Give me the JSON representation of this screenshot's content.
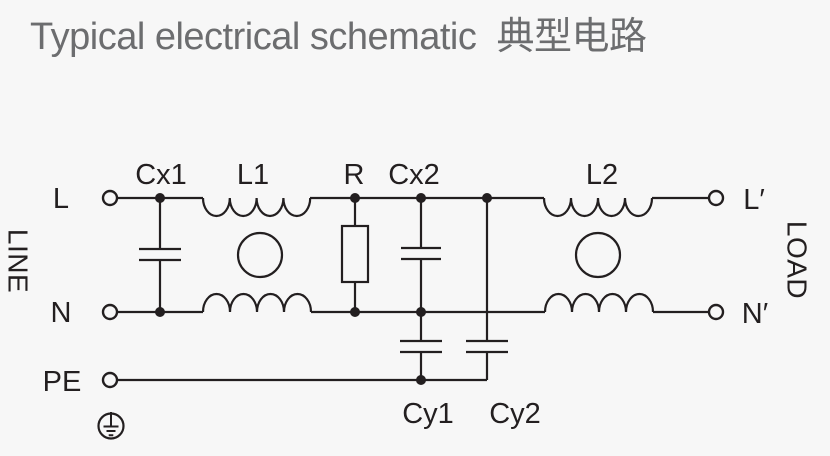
{
  "title": "Typical electrical schematic  典型电路",
  "schematic": {
    "side_labels": {
      "line": "LINE",
      "load": "LOAD"
    },
    "terminals": {
      "l": "L",
      "n": "N",
      "pe": "PE",
      "l_out": "L′",
      "n_out": "N′"
    },
    "components": {
      "cx1": "Cx1",
      "l1": "L1",
      "r": "R",
      "cx2": "Cx2",
      "l2": "L2",
      "cy1": "Cy1",
      "cy2": "Cy2"
    },
    "colors": {
      "background": "#f7f7f7",
      "wire": "#231f20",
      "title_text": "#6c6d6f"
    }
  }
}
